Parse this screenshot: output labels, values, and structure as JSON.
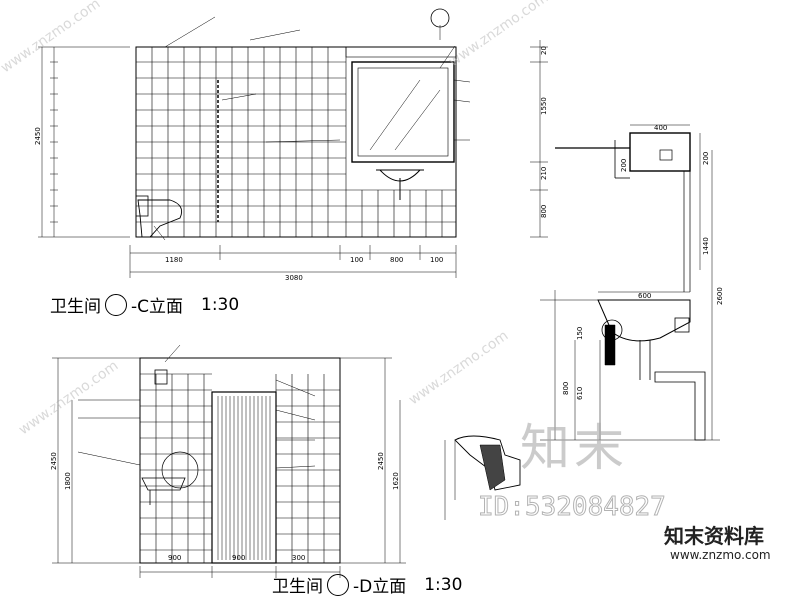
{
  "captions": {
    "c_elevation": {
      "room": "卫生间",
      "symbol_top": "",
      "symbol_bottom": "",
      "suffix": "-C立面",
      "scale": "1:30"
    },
    "d_elevation": {
      "room": "卫生间",
      "symbol_top": "",
      "symbol_bottom": "",
      "suffix": "-D立面",
      "scale": "1:30"
    }
  },
  "dimensions": {
    "c_bottom": [
      "1180",
      "3080",
      "100",
      "800",
      "100"
    ],
    "c_left": [
      "2450"
    ],
    "c_right": [
      "20",
      "1550",
      "210",
      "800"
    ],
    "section_top": [
      "400",
      "200",
      "200"
    ],
    "section_right": [
      "1440",
      "2600"
    ],
    "section_mid": [
      "600",
      "150",
      "800",
      "610"
    ],
    "d_bottom": [
      "900",
      "900",
      "300"
    ],
    "d_left": [
      "2450",
      "1800"
    ],
    "d_right": [
      "2450",
      "1620"
    ]
  },
  "watermarks": {
    "site": "www.znzmo.com",
    "big": "知末",
    "id": "ID:532084827",
    "brand": "知末资料库",
    "brand_url": "www.znzmo.com"
  }
}
